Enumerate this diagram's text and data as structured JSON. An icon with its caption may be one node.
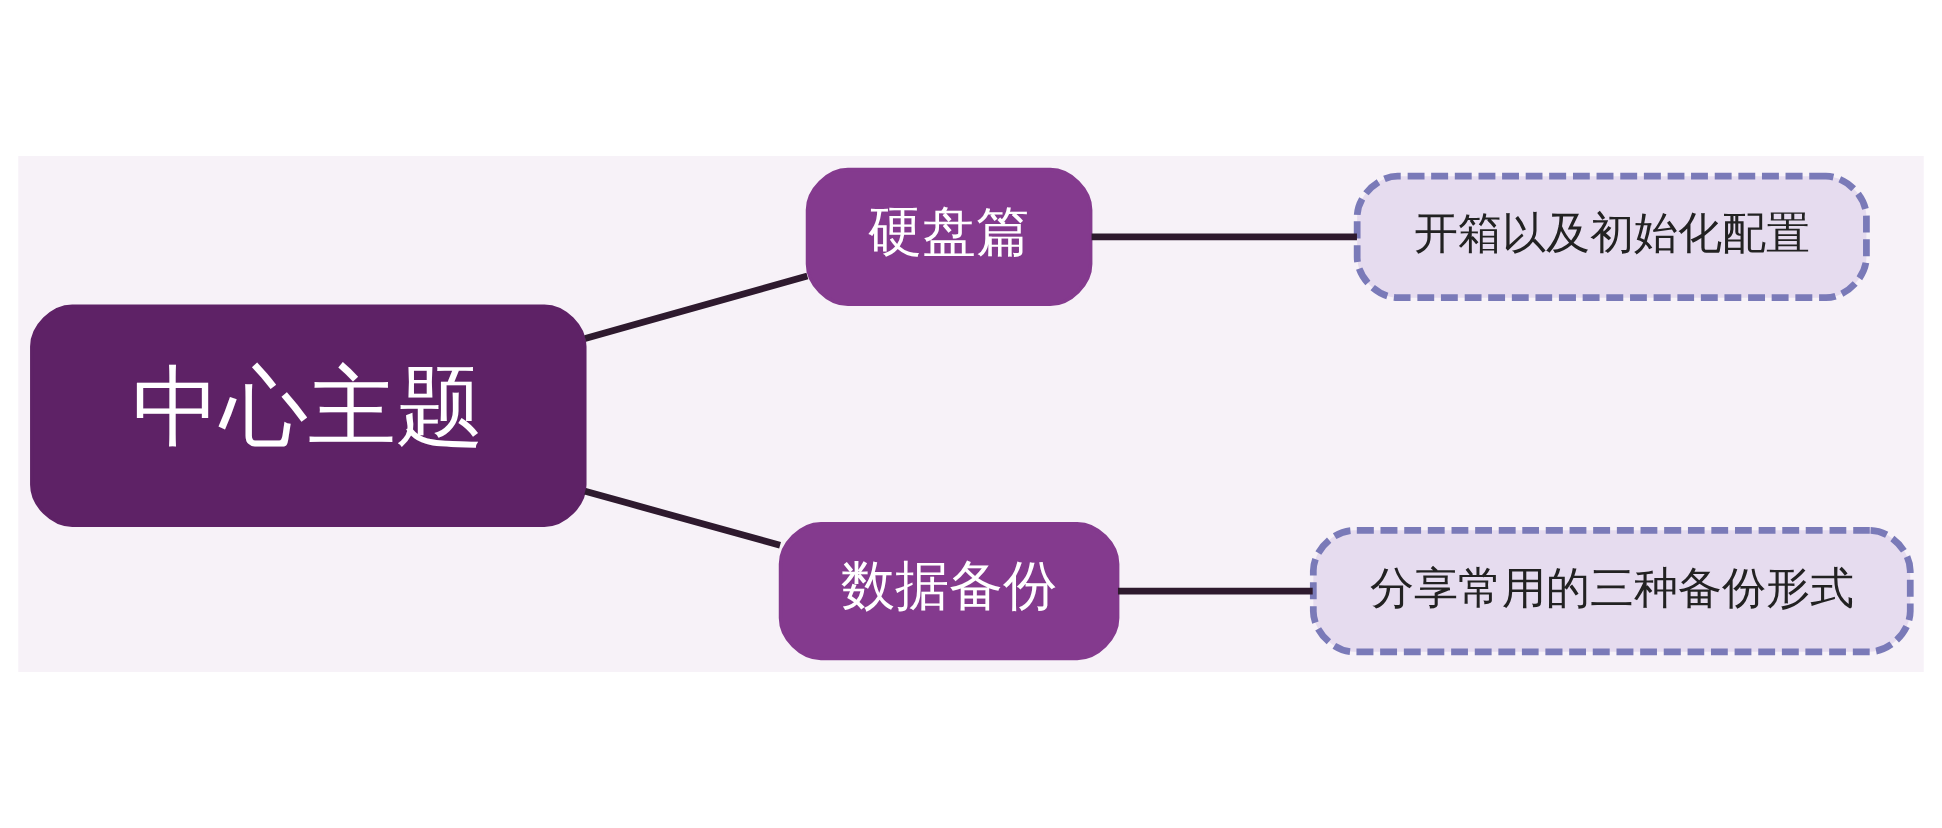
{
  "diagram": {
    "nodes": [
      {
        "text": [
          "中心主题"
        ]
      },
      {
        "text": [
          "硬盘篇"
        ]
      },
      {
        "text": [
          "开箱以及初始化配置"
        ]
      },
      {
        "text": [
          "数据备份"
        ]
      },
      {
        "text": [
          "分享常用的三种备份形式"
        ]
      }
    ],
    "edges": [
      {
        "from": 0,
        "to": 1,
        "arrow": "none"
      },
      {
        "from": 1,
        "to": 2,
        "arrow": "none"
      },
      {
        "from": 0,
        "to": 3,
        "arrow": "none"
      },
      {
        "from": 3,
        "to": 4,
        "arrow": "none"
      }
    ]
  }
}
